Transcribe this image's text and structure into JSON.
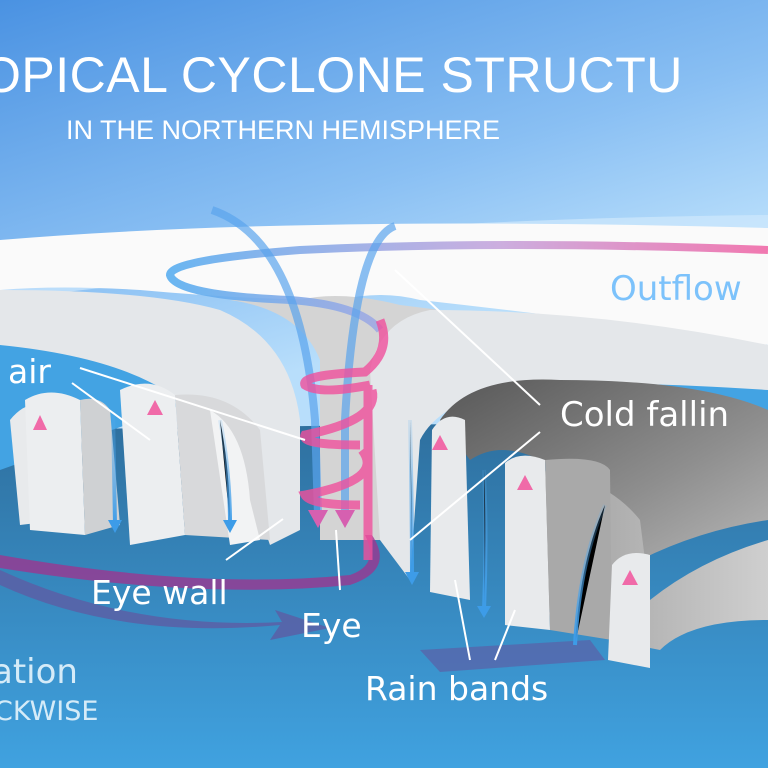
{
  "title": "TROPICAL CYCLONE STRUCTURE",
  "title_visible": "OPICAL CYCLONE STRUCTU",
  "subtitle": "IN THE NORTHERN HEMISPHERE",
  "labels": {
    "outflow": "Outflow",
    "warm_air": "air",
    "cold_falling_air": "Cold fallin",
    "eye_wall": "Eye wall",
    "eye": "Eye",
    "rain_bands": "Rain bands",
    "rotation": "ation",
    "direction": "CKWISE"
  },
  "colors": {
    "sky_top": "#4a92e2",
    "sky_bottom": "#b8defb",
    "cloud_white": "#e4e7ea",
    "cloud_shadow": "#6b6b6b",
    "sea": "#2f7db6",
    "warm_air_pink": "#f06aa8",
    "cold_air_blue": "#5aaef0",
    "rotation_arrow": "#5b5fa6",
    "outflow_text": "#7cc2fb"
  },
  "icons": {
    "warm_air_arrows": "up-arrow",
    "cold_air_arrows": "down-arrow",
    "rotation_arrow": "curved-arrow-right",
    "spiral": "helix-arrow"
  }
}
